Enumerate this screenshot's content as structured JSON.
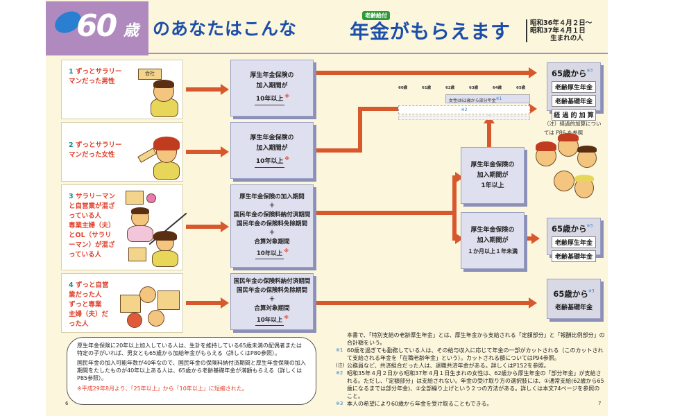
{
  "header": {
    "age_number": "60",
    "age_suffix": "歳",
    "title_left": "のあなたはこんな",
    "title_ruby": "老齢給付",
    "title_right": "年金がもらえます",
    "birth_line1": "昭和36年４月２日〜",
    "birth_line2": "昭和37年４月１日",
    "birth_line3": "生まれの人"
  },
  "categories": [
    {
      "num": "1",
      "label_lines": [
        "ずっとサラリー",
        "マンだった男性"
      ]
    },
    {
      "num": "2",
      "label_lines": [
        "ずっとサラリー",
        "マンだった女性"
      ]
    },
    {
      "num": "3",
      "label_lines": [
        "サラリーマン",
        "と自営業が混ざ",
        "っている人",
        "専業主婦（夫）",
        "とOL（サラリ",
        "ーマン）が混ざ",
        "っている人"
      ]
    },
    {
      "num": "4",
      "label_lines": [
        "ずっと自営",
        "業だった人",
        "ずっと専業",
        "主婦（夫）だ",
        "った人"
      ]
    }
  ],
  "conditions": {
    "c1": {
      "line1": "厚生年金保険の",
      "line2": "加入期間が",
      "line3": "10年以上",
      "mark": "※"
    },
    "c2": {
      "line1": "厚生年金保険の",
      "line2": "加入期間が",
      "line3": "10年以上",
      "mark": "※"
    },
    "c3": {
      "line1": "厚生年金保険の加入期間",
      "plus": "＋",
      "line2": "国民年金の保険料納付済期間",
      "line3": "国民年金の保険料免除期間",
      "line4": "合算対象期間",
      "line5": "10年以上",
      "mark": "※"
    },
    "c4": {
      "line1": "国民年金の保険料納付済期間",
      "line2": "国民年金の保険料免除期間",
      "plus": "＋",
      "line3": "合算対象期間",
      "line4": "10年以上",
      "mark": "※"
    },
    "c5": {
      "line1": "厚生年金保険の",
      "line2": "加入期間が",
      "line3": "1年以上"
    },
    "c6": {
      "line1": "厚生年金保険の",
      "line2": "加入期間が",
      "line3": "１か月以上１年未満"
    }
  },
  "results": {
    "r1": {
      "age": "65歳から",
      "mark": "※3",
      "items": [
        "老齢厚生年金",
        "老齢基礎年金",
        "経 過 的 加 算"
      ]
    },
    "r2": {
      "age": "65歳から",
      "mark": "※3",
      "items": [
        "老齢厚生年金",
        "老齢基礎年金"
      ]
    },
    "r3": {
      "age": "65歳から",
      "mark": "※3",
      "plain": "老齢基礎年金"
    }
  },
  "timeline": {
    "ages": [
      "60歳",
      "61歳",
      "62歳",
      "63歳",
      "64歳",
      "65歳"
    ],
    "bar1": "女性は62歳から部分年金",
    "bar1_mark": "※1",
    "bar2": "※2"
  },
  "side_note": [
    "（注）経過的加算につい",
    "ては P86 を参照"
  ],
  "bottom_note": {
    "p1": "厚生年金保険に20年以上加入している人は、生計を維持している65歳未満の配偶者または特定の子がいれば、男女とも65歳から加給年金がもらえる（詳しくはP80参照）。",
    "p2": "国民年金の加入可能年数が40年なので、国民年金の保険料納付済期間と厚生年金保険の加入期間をたしたものが40年以上ある人は、65歳から老齢基礎年金が満額もらえる（詳しくはP85参照）。",
    "foot": "※平成29年8月より、「25年以上」から「10年以上」に短縮された。"
  },
  "right_notes": [
    {
      "mark": "",
      "text": "本書で、「特別支給の老齢厚生年金」とは、厚生年金から支給される「定額部分」と「報酬比例部分」の合計額をいう。"
    },
    {
      "mark": "※1",
      "text": "60歳を過ぎても勤務している人は、その給与収入に応じて年金の一部がカットされる（このカットされて支給される年金を「在職老齢年金」という）。カットされる額についてはP94参照。"
    },
    {
      "mark": "(注)",
      "text": "公務員など、共済組合だった人は、退職共済年金がある。詳しくはP152を参照。"
    },
    {
      "mark": "※2",
      "text": "昭和35年４月２日から昭和37年４月１日生まれの女性は、62歳から厚生年金の「部分年金」が支給される。ただし、「定額部分」は支給されない。年金の受け取り方の選択肢には、①通常支給(62歳から65歳になるまでは部分年金)、②全部繰り上げという２つの方法がある。詳しくは本文74ページを参照のこと。"
    },
    {
      "mark": "※3",
      "text": "本人の希望により60歳から年金を受け取ることもできる。"
    }
  ],
  "page_left": "6",
  "page_right": "7",
  "icons": [
    "company-sign-icon",
    "house-icon",
    "shop-sign-icon"
  ]
}
